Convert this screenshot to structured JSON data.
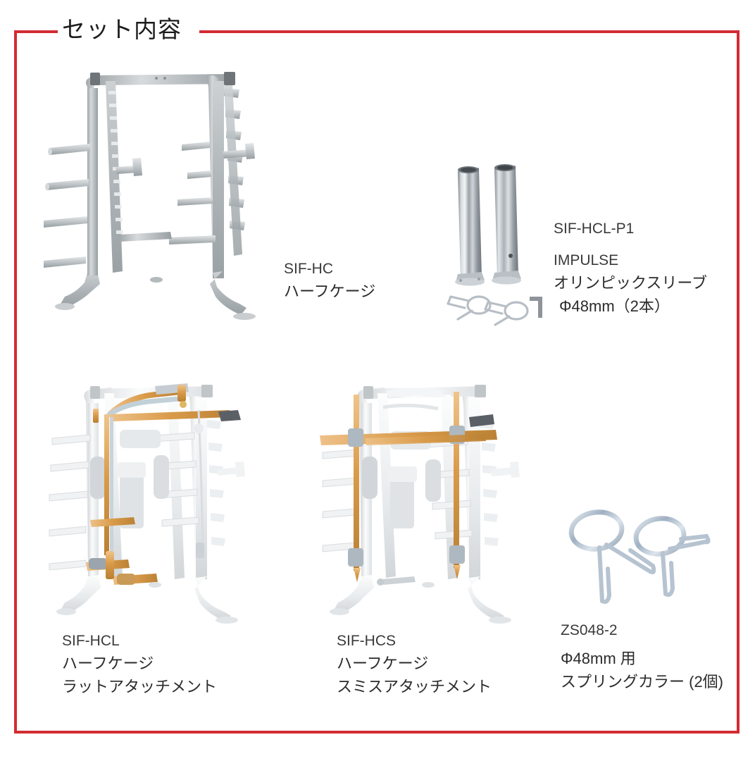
{
  "section": {
    "title": "セット内容"
  },
  "theme": {
    "frame_color": "#d32b33",
    "background": "#ffffff",
    "text_color": "#2e2e2e",
    "cage_gray": "#b9bdbf",
    "cage_white": "#f2f3f4",
    "accent_gold": "#d99b4a",
    "chrome": "#c8cdd2",
    "collar_steel": "#a8b6c4"
  },
  "items": [
    {
      "id": "sif-hc",
      "code": "SIF-HC",
      "name_jp": "ハーフケージ",
      "icon": "half-cage-image"
    },
    {
      "id": "sif-hcl-p1",
      "code": "SIF-HCL-P1",
      "brand": "IMPULSE",
      "name_jp": "オリンピックスリーブ",
      "spec_jp": "Φ48mm（2本）",
      "icon": "olympic-sleeve-image"
    },
    {
      "id": "sif-hcl",
      "code": "SIF-HCL",
      "name_jp": "ハーフケージ",
      "name_jp2": "ラットアタッチメント",
      "icon": "lat-attachment-image"
    },
    {
      "id": "sif-hcs",
      "code": "SIF-HCS",
      "name_jp": "ハーフケージ",
      "name_jp2": "スミスアタッチメント",
      "icon": "smith-attachment-image"
    },
    {
      "id": "zs048-2",
      "code": "ZS048-2",
      "name_jp": "Φ48mm 用",
      "name_jp2": "スプリングカラー (2個)",
      "icon": "spring-collar-image"
    }
  ]
}
